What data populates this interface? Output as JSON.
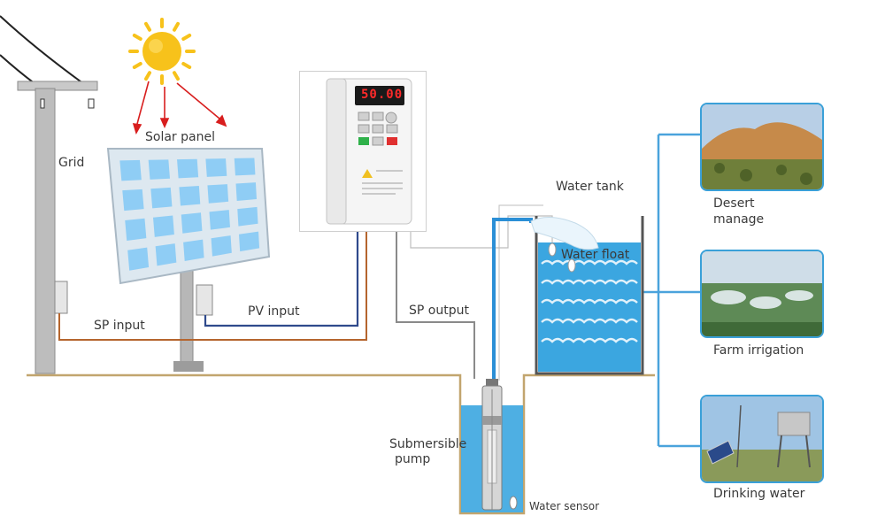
{
  "labels": {
    "grid": "Grid",
    "solar_panel": "Solar panel",
    "sp_input": "SP input",
    "pv_input": "PV input",
    "sp_output": "SP output",
    "water_tank": "Water tank",
    "water_float": "Water float",
    "submersible_pump_line1": "Submersible",
    "submersible_pump_line2": "pump",
    "water_sensor": "Water sensor",
    "desert_line1": "Desert",
    "desert_line2": "manage",
    "farm_irrigation": "Farm irrigation",
    "drinking_water": "Drinking water"
  },
  "inverter": {
    "display": "50.00"
  },
  "colors": {
    "sun": "#f7c21b",
    "sun_arrows": "#d81e1e",
    "panel_cell": "#8fcdf5",
    "water": "#3ba6e0",
    "pipe_blue": "#2b8fd6",
    "wire_brown": "#b5652e",
    "wire_navy": "#2f4a8c",
    "wire_grey": "#8a8a8a",
    "photo_border": "#3aa0d8"
  },
  "icons": [
    "sun-icon",
    "utility-pole-icon",
    "solar-panel-icon",
    "pump-inverter-icon",
    "submersible-pump-icon",
    "water-tank-icon",
    "float-switch-icon",
    "water-sensor-icon"
  ]
}
